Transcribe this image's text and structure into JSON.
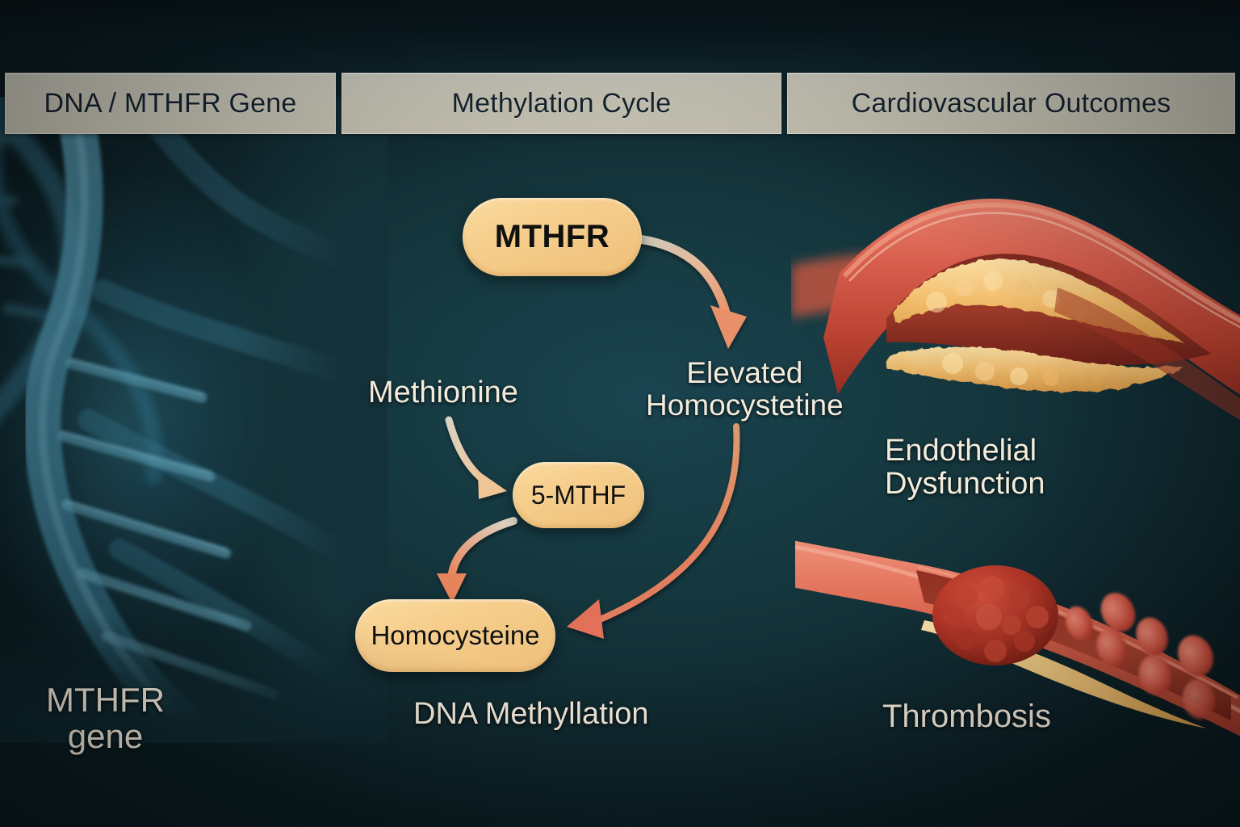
{
  "figure": {
    "title": "MTHFR gene, methylation cycle and cardiovascular outcomes",
    "background_color": "#143139",
    "node_color": "#f5cf8e",
    "accent_arrow_color": "#e8906a",
    "label_color": "#f3ecdd",
    "tab_bg_color": "#cdcabb",
    "tab_text_color": "#16242f"
  },
  "header": {
    "tabs": [
      {
        "label": "DNA / MTHFR Gene"
      },
      {
        "label": "Methylation Cycle"
      },
      {
        "label": "Cardiovascular Outcomes"
      }
    ]
  },
  "panels": {
    "left": {
      "image": "dna-double-helix",
      "caption_line1": "MTHFR",
      "caption_line2": "gene"
    },
    "center": {
      "nodes": [
        {
          "id": "mthfr",
          "label": "MTHFR",
          "shape": "pill",
          "emphasis": "bold"
        },
        {
          "id": "5mthf",
          "label": "5-MTHF",
          "shape": "pill",
          "emphasis": "regular"
        },
        {
          "id": "homocysteine",
          "label": "Homocysteine",
          "shape": "pill",
          "emphasis": "regular"
        }
      ],
      "text_labels": [
        {
          "id": "methionine",
          "label": "Methionine"
        },
        {
          "id": "elevated-homocystetine",
          "line1": "Elevated",
          "line2": "Homocystetine"
        },
        {
          "id": "dna-methyllation",
          "label": "DNA Methyllation"
        }
      ],
      "arrows": [
        {
          "from": "MTHFR",
          "to": "Elevated Homocystetine",
          "style": "curved",
          "head_color": "#e8906a"
        },
        {
          "from": "Methionine",
          "to": "5-MTHF",
          "style": "curved",
          "head_color": "#f0c595"
        },
        {
          "from": "5-MTHF",
          "to": "Homocysteine",
          "style": "curved",
          "head_color": "#e8845c"
        },
        {
          "from": "Elevated Homocystetine",
          "to": "Homocysteine",
          "style": "long-curve",
          "head_color": "#e2715a"
        }
      ]
    },
    "right": {
      "items": [
        {
          "id": "endothelial-dysfunction",
          "image": "artery-with-plaque",
          "caption_line1": "Endothelial",
          "caption_line2": "Dysfunction"
        },
        {
          "id": "thrombosis",
          "image": "vessel-with-clot-and-red-blood-cells",
          "caption_line1": "Thrombosis",
          "caption_line2": ""
        }
      ]
    }
  }
}
